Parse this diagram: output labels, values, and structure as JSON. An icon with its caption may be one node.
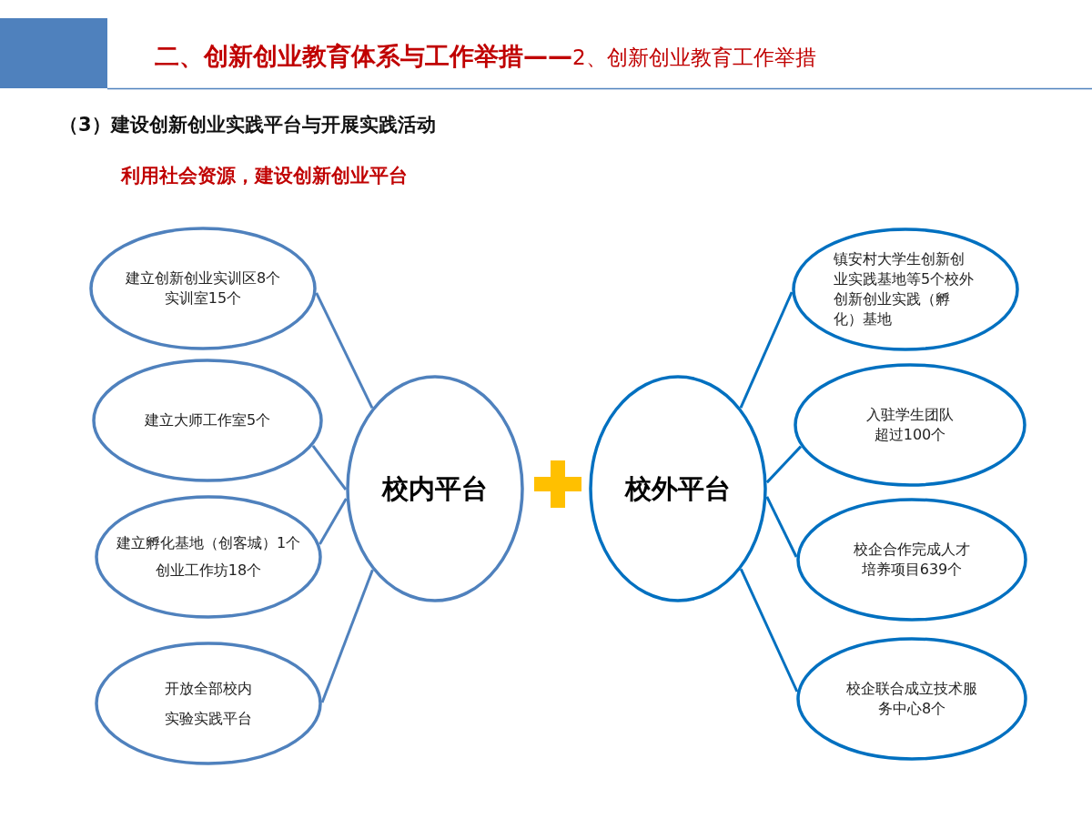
{
  "diagram": {
    "title": "**二、创新创业教育体系与工作举措——**2、创新创业教育工作举措",
    "nodes": [
      {
        "text": [
          "建立创新创业实训区8个实训室15个"
        ]
      },
      {
        "text": [
          "建立大师工作室5个"
        ]
      },
      {
        "text": [
          "建立孵化基地（创客城）1个创业工作坊18个"
        ]
      },
      {
        "text": [
          "开放全部校内实验实践平台"
        ]
      },
      {
        "text": [
          "校内平台"
        ]
      },
      {
        "text": [
          "校外平台"
        ]
      },
      {
        "text": [
          "镇安村大学生创新创业实践基地等5个校外创新创业实践（孵化）基地"
        ]
      },
      {
        "text": [
          "入驻学生团队超过100个"
        ]
      },
      {
        "text": [
          "校企合作完成人才培养项目639个"
        ]
      },
      {
        "text": [
          "校企联合成立技术服务中心8个"
        ]
      }
    ],
    "edges": [
      {
        "from": 4,
        "to": 0,
        "arrow": "none",
        "color": "#4f81bd"
      },
      {
        "from": 4,
        "to": 1,
        "arrow": "none",
        "color": "#4f81bd"
      },
      {
        "from": 4,
        "to": 2,
        "arrow": "none",
        "color": "#4f81bd"
      },
      {
        "from": 4,
        "to": 3,
        "arrow": "none",
        "color": "#4f81bd"
      },
      {
        "from": 5,
        "to": 6,
        "arrow": "none",
        "color": "#0070c0"
      },
      {
        "from": 5,
        "to": 7,
        "arrow": "none",
        "color": "#0070c0"
      },
      {
        "from": 5,
        "to": 8,
        "arrow": "none",
        "color": "#0070c0"
      },
      {
        "from": 5,
        "to": 9,
        "arrow": "none",
        "color": "#0070c0"
      }
    ],
    "labels": [
      "（3）建设创新创业实践平台与开展实践活动",
      "利用社会资源，建设创新创业平台"
    ]
  }
}
